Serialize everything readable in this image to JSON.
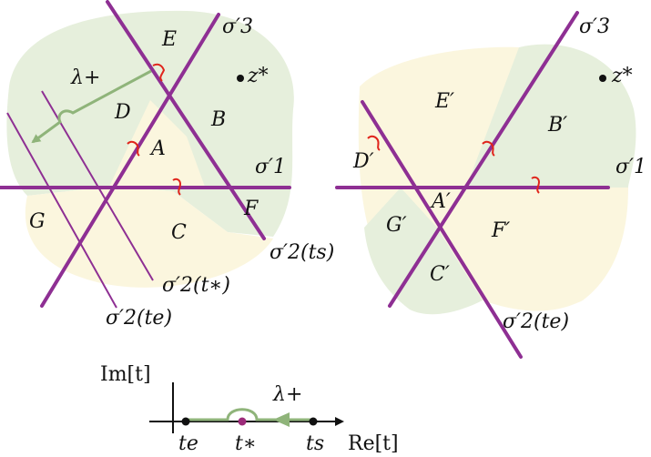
{
  "colors": {
    "line": "#8e2f93",
    "region_green": "#e6efdc",
    "region_yellow": "#fbf6de",
    "path_green": "#8fb47a",
    "crossing_red": "#e0241b",
    "axis": "#111111",
    "dot_magenta": "#9c2b7a"
  },
  "left_panel": {
    "region_labels": {
      "E": "E",
      "D": "D",
      "B": "B",
      "A": "A",
      "G": "G",
      "C": "C",
      "F": "F"
    },
    "line_labels": {
      "sigma3": "σ′3",
      "sigma1": "σ′1",
      "sigma2_ts": "σ′2(ts)",
      "sigma2_tstar": "σ′2(t∗)",
      "sigma2_te": "σ′2(te)"
    },
    "point_label": "z*",
    "path_label": "λ+"
  },
  "right_panel": {
    "region_labels": {
      "E": "E′",
      "B": "B′",
      "D": "D′",
      "A": "A′",
      "G": "G′",
      "F": "F′",
      "C": "C′"
    },
    "line_labels": {
      "sigma3": "σ′3",
      "sigma1": "σ′1",
      "sigma2_te": "σ′2(te)"
    },
    "point_label": "z*"
  },
  "bottom_plane": {
    "im_axis_label": "Im[t]",
    "re_axis_label": "Re[t]",
    "path_label": "λ+",
    "points": {
      "te": "te",
      "tstar": "t∗",
      "ts": "ts"
    }
  }
}
